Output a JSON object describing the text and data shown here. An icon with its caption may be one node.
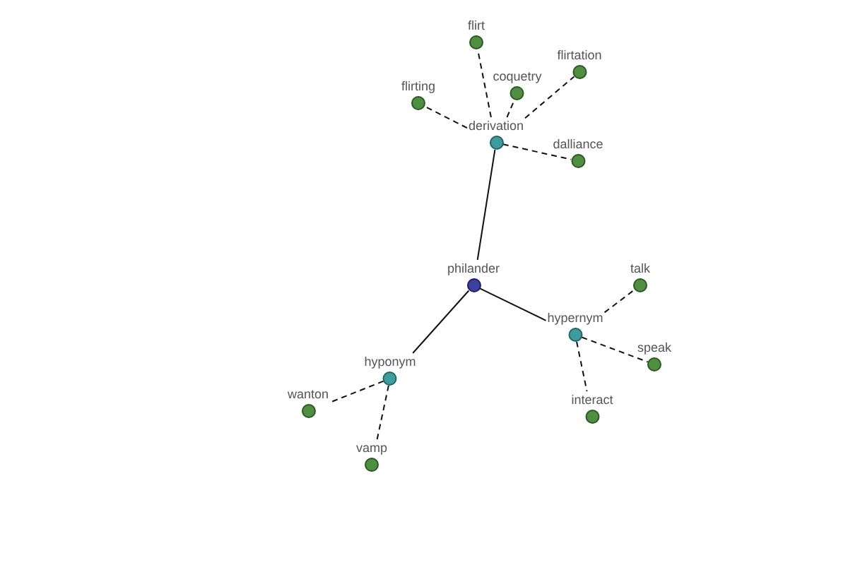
{
  "diagram": {
    "nodes": [
      {
        "text": [
          "flirt"
        ]
      },
      {
        "text": [
          "flirtation"
        ]
      },
      {
        "text": [
          "coquetry"
        ]
      },
      {
        "text": [
          "flirting"
        ]
      },
      {
        "text": [
          "derivation"
        ]
      },
      {
        "text": [
          "dalliance"
        ]
      },
      {
        "text": [
          "philander"
        ]
      },
      {
        "text": [
          "talk"
        ]
      },
      {
        "text": [
          "hypernym"
        ]
      },
      {
        "text": [
          "speak"
        ]
      },
      {
        "text": [
          "hyponym"
        ]
      },
      {
        "text": [
          "wanton"
        ]
      },
      {
        "text": [
          "interact"
        ]
      },
      {
        "text": [
          "vamp"
        ]
      }
    ],
    "edges": [
      {
        "from": 6,
        "to": 4,
        "arrow": "none"
      },
      {
        "from": 6,
        "to": 8,
        "arrow": "none"
      },
      {
        "from": 6,
        "to": 10,
        "arrow": "none"
      },
      {
        "from": 4,
        "to": 0,
        "arrow": "none",
        "style": "dashed"
      },
      {
        "from": 4,
        "to": 2,
        "arrow": "none",
        "style": "dashed"
      },
      {
        "from": 4,
        "to": 1,
        "arrow": "none",
        "style": "dashed"
      },
      {
        "from": 4,
        "to": 3,
        "arrow": "none",
        "style": "dashed"
      },
      {
        "from": 4,
        "to": 5,
        "arrow": "none",
        "style": "dashed"
      },
      {
        "from": 8,
        "to": 7,
        "arrow": "none",
        "style": "dashed"
      },
      {
        "from": 8,
        "to": 9,
        "arrow": "none",
        "style": "dashed"
      },
      {
        "from": 8,
        "to": 12,
        "arrow": "none",
        "style": "dashed"
      },
      {
        "from": 10,
        "to": 11,
        "arrow": "none",
        "style": "dashed"
      },
      {
        "from": 10,
        "to": 13,
        "arrow": "none",
        "style": "dashed"
      }
    ]
  }
}
